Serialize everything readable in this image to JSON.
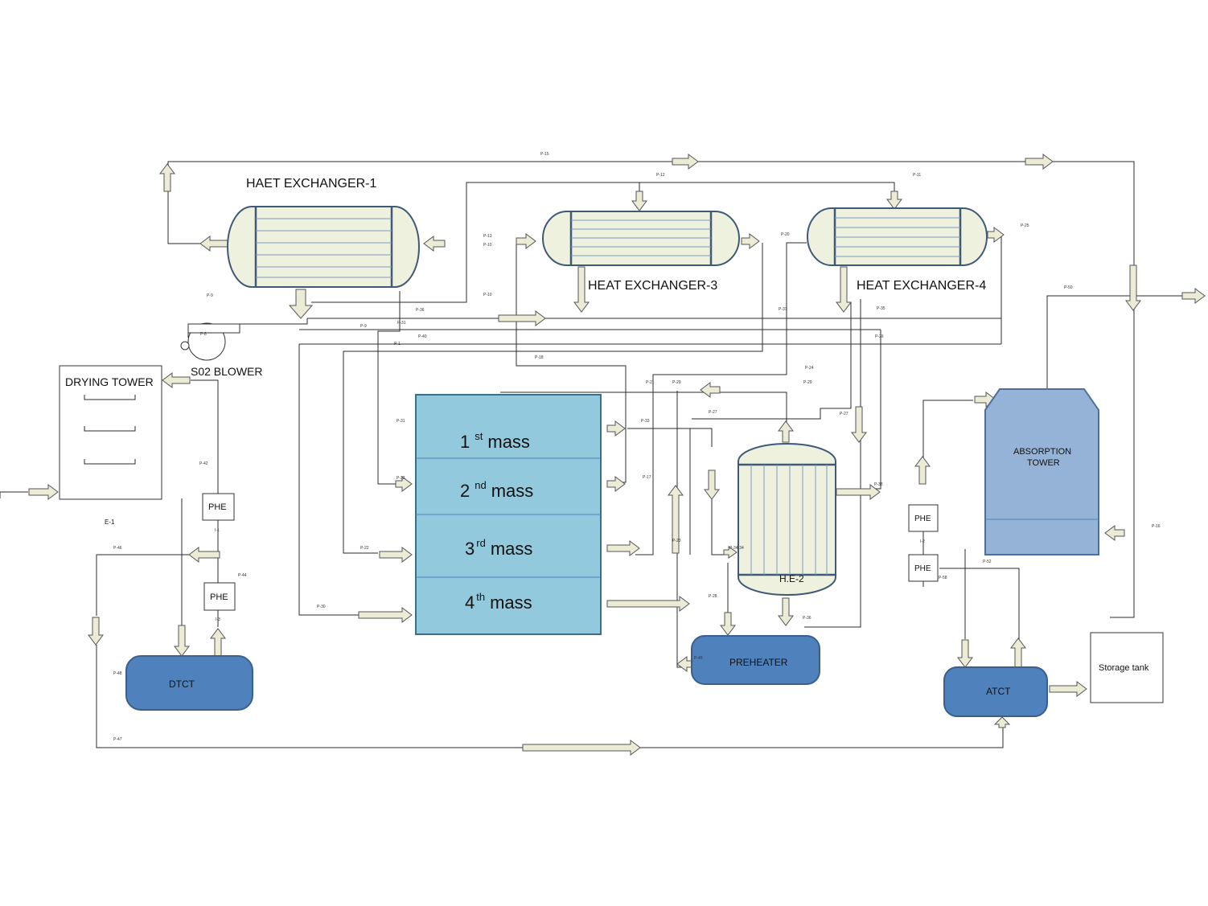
{
  "equipment": {
    "hx1": "HAET EXCHANGER-1",
    "hx3": "HEAT EXCHANGER-3",
    "hx4": "HEAT EXCHANGER-4",
    "blower": "S02 BLOWER",
    "drying_tower": "DRYING TOWER",
    "converter_stages": [
      {
        "num": "1",
        "sup": "st",
        "word": "mass"
      },
      {
        "num": "2",
        "sup": "nd",
        "word": "mass"
      },
      {
        "num": "3",
        "sup": "rd",
        "word": "mass"
      },
      {
        "num": "4",
        "sup": "th",
        "word": "mass"
      }
    ],
    "he2": "H.E-2",
    "preheater": "PREHEATER",
    "absorption_tower_line1": "ABSORPTION",
    "absorption_tower_line2": "TOWER",
    "phe": "PHE",
    "dtct": "DTCT",
    "atct": "ATCT",
    "storage_tank": "Storage tank",
    "e1": "E-1"
  },
  "pipe_tags": {
    "p15": "P-15",
    "p12": "P-12",
    "p11": "P-11",
    "p13": "P-13",
    "p10a": "P-10",
    "p10b": "P-10",
    "p20": "P-20",
    "p25": "P-25",
    "p9a": "P-9",
    "p9b": "P-9",
    "p8": "P-8",
    "p36": "P-36",
    "p31a": "P-31",
    "p31b": "P-31",
    "p40": "P-40",
    "p18": "P-18",
    "p37": "P-37",
    "p35": "P-35",
    "p26": "P-26",
    "p50": "P-50",
    "p24": "P-24",
    "p29a": "P-29",
    "p29b": "P-29",
    "p21": "P-21",
    "p27a": "P-27",
    "p27b": "P-27",
    "p33": "P-33",
    "p17": "P-17",
    "p32": "P-32",
    "p22": "P-22",
    "p23": "P-23",
    "p30": "P-30",
    "p3434": "P-34-34",
    "p28": "P-28",
    "p36b": "P-36",
    "p38": "P-38",
    "p42": "P-42",
    "p44": "P-44",
    "p46": "P-46",
    "p48": "P-48",
    "p47": "P-47",
    "p16": "P-16",
    "p52": "P-52",
    "p58": "P-58",
    "p49": "P-49",
    "p1": "P-1",
    "i1": "I-1",
    "i2": "I-2",
    "i3": "I-3"
  }
}
